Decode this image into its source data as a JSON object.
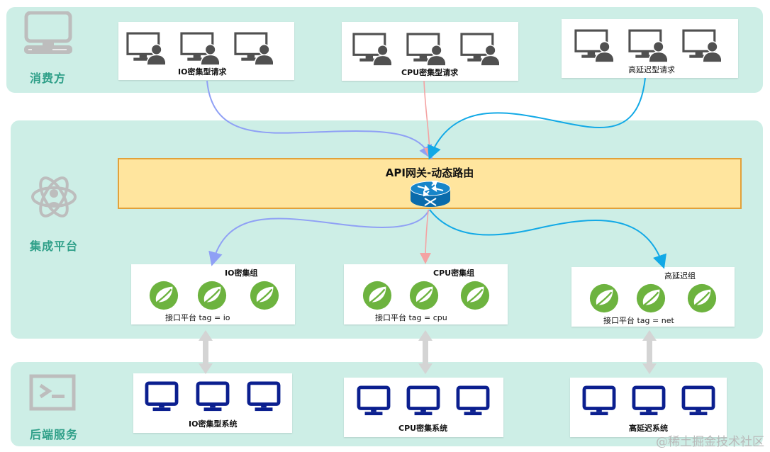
{
  "diagram_title": "API网关-动态路由",
  "colors": {
    "band_bg": "#cdeee6",
    "band_label": "#2e9f88",
    "gateway_fill": "#ffe59e",
    "gateway_border": "#e2a13a",
    "arrow_io": "#8fa0f5",
    "arrow_cpu": "#f4a3a3",
    "arrow_net": "#12a9e6",
    "user_icon": "#505050",
    "server_icon": "#0b1f8f",
    "spring_green": "#6db33f",
    "link_gray": "#d4d4d4"
  },
  "layers": {
    "consumer": {
      "label": "消费方",
      "icon": "desktop-computer-icon"
    },
    "integration": {
      "label": "集成平台",
      "icon": "atom-user-icon"
    },
    "backend": {
      "label": "后端服务",
      "icon": "terminal-icon"
    }
  },
  "consumers": [
    {
      "label": "IO密集型请求",
      "icon": "user-workstation-icon",
      "count": 3
    },
    {
      "label": "CPU密集型请求",
      "icon": "user-workstation-icon",
      "count": 3
    },
    {
      "label": "高延迟型请求",
      "icon": "user-workstation-icon",
      "count": 3
    }
  ],
  "gateway": {
    "title": "API网关-动态路由",
    "icon": "router-icon"
  },
  "groups": [
    {
      "title": "IO密集组",
      "tag_label": "接口平台 tag = io",
      "icon": "spring-leaf-icon",
      "count": 3
    },
    {
      "title": "CPU密集组",
      "tag_label": "接口平台 tag = cpu",
      "icon": "spring-leaf-icon",
      "count": 3
    },
    {
      "title": "高延迟组",
      "tag_label": "接口平台 tag = net",
      "icon": "spring-leaf-icon",
      "count": 3
    }
  ],
  "backends": [
    {
      "label": "IO密集型系统",
      "icon": "monitor-icon",
      "count": 3
    },
    {
      "label": "CPU密集系统",
      "icon": "monitor-icon",
      "count": 3
    },
    {
      "label": "高延迟系统",
      "icon": "monitor-icon",
      "count": 3
    }
  ],
  "watermark": "@稀土掘金技术社区"
}
